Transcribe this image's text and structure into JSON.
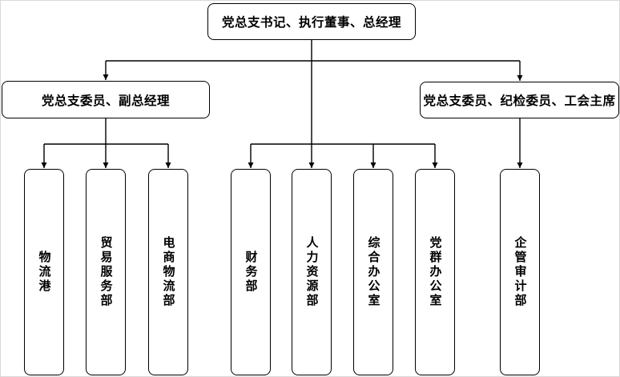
{
  "diagram": {
    "type": "org-chart",
    "root": {
      "label": "党总支书记、执行董事、总经理"
    },
    "branch_left": {
      "label": "党总支委员、副总经理"
    },
    "branch_right": {
      "label": "党总支委员、纪检委员、工会主席"
    },
    "departments": [
      {
        "label": "物流港",
        "parent": "branch_left"
      },
      {
        "label": "贸易服务部",
        "parent": "branch_left"
      },
      {
        "label": "电商物流部",
        "parent": "branch_left"
      },
      {
        "label": "财务部",
        "parent": "root"
      },
      {
        "label": "人力资源部",
        "parent": "root"
      },
      {
        "label": "综合办公室",
        "parent": "root"
      },
      {
        "label": "党群办公室",
        "parent": "root"
      },
      {
        "label": "企管审计部",
        "parent": "branch_right"
      }
    ],
    "colors": {
      "line": "#000000",
      "node_border": "#000000",
      "node_fill": "#ffffff",
      "text": "#000000",
      "background": "#ffffff"
    }
  }
}
